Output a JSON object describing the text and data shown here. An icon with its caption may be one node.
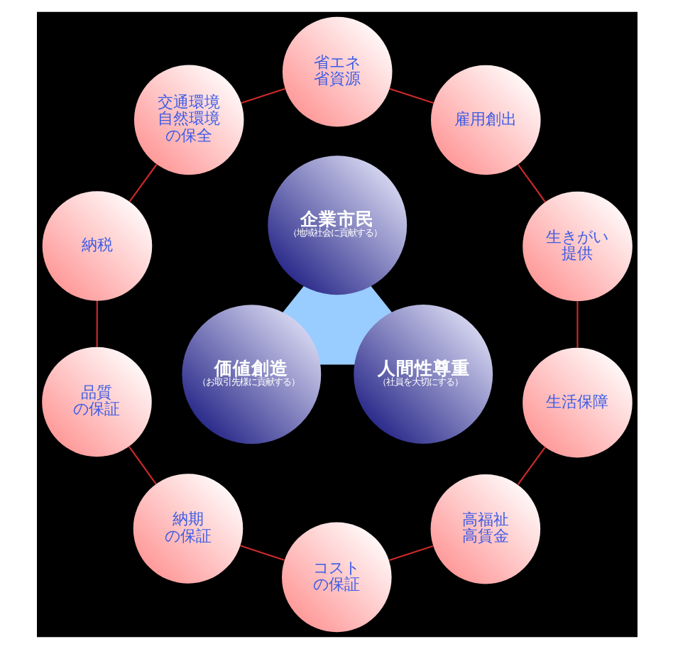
{
  "diagram": {
    "nodes": [
      {
        "text": [
          "省エネ省資源"
        ]
      },
      {
        "text": [
          "雇用創出"
        ]
      },
      {
        "text": [
          "生きがい提供"
        ]
      },
      {
        "text": [
          "生活保障"
        ]
      },
      {
        "text": [
          "高福祉高賃金"
        ]
      },
      {
        "text": [
          "コストの保証"
        ]
      },
      {
        "text": [
          "納期の保証"
        ]
      },
      {
        "text": [
          "品質の保証"
        ]
      },
      {
        "text": [
          "納税"
        ]
      },
      {
        "text": [
          "交通環境自然環境の保全"
        ]
      },
      {
        "text": [],
        "shape": "triangle"
      },
      {
        "text": [
          "企業市民",
          "（地域社会に貢献する）"
        ]
      },
      {
        "text": [
          "価値創造",
          "（お取引先様に貢献する）"
        ]
      },
      {
        "text": [
          "人間性尊重",
          "（社員を大切にする）"
        ]
      }
    ],
    "edges": [
      {
        "from": 0,
        "to": 1,
        "arrow": "none"
      },
      {
        "from": 1,
        "to": 2,
        "arrow": "none"
      },
      {
        "from": 2,
        "to": 3,
        "arrow": "none"
      },
      {
        "from": 3,
        "to": 4,
        "arrow": "none"
      },
      {
        "from": 4,
        "to": 5,
        "arrow": "none"
      },
      {
        "from": 5,
        "to": 6,
        "arrow": "none"
      },
      {
        "from": 6,
        "to": 7,
        "arrow": "none"
      },
      {
        "from": 7,
        "to": 8,
        "arrow": "none"
      },
      {
        "from": 8,
        "to": 9,
        "arrow": "none"
      },
      {
        "from": 9,
        "to": 0,
        "arrow": "none"
      }
    ]
  }
}
